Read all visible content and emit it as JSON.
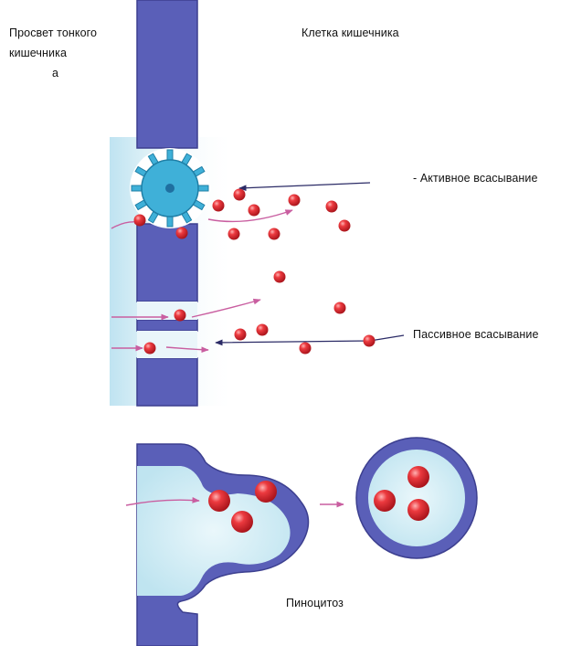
{
  "labels": {
    "lumen_line1": "Просвет тонкого",
    "lumen_line2": "кишечника",
    "lumen_line3": "а",
    "cell": "Клетка  кишечника",
    "active": "- Активное  всасывание",
    "passive": "Пассивное  всасывание",
    "pinocytosis": "Пиноцитоз"
  },
  "colors": {
    "membrane": "#5a5fb8",
    "membrane_edge": "#3c3f8f",
    "carrier": "#3fb0d8",
    "fluid": "#cfeaf3",
    "molecule": "#d8242b",
    "arrow_pink": "#c95ea0",
    "arrow_dark": "#4a4a9a"
  }
}
